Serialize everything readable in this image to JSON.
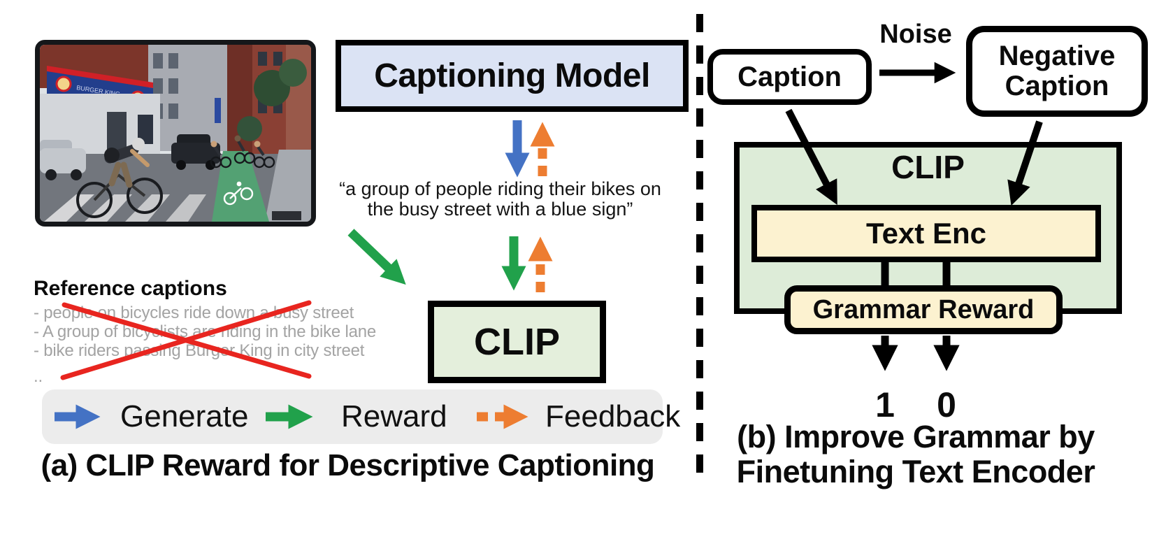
{
  "panel_a": {
    "caption": "(a) CLIP Reward for Descriptive Captioning",
    "captioning_model_label": "Captioning Model",
    "clip_label": "CLIP",
    "generated_caption_line1": "“a group of people riding their bikes on",
    "generated_caption_line2": "the busy street with a blue sign”",
    "reference_captions": {
      "title": "Reference captions",
      "items": [
        "- people on bicycles ride down a busy street",
        "- A group of bicyclists are riding in the bike lane",
        "- bike riders passing Burger King in city street",
        ".."
      ]
    },
    "legend": {
      "generate": "Generate",
      "reward": "Reward",
      "feedback": "Feedback"
    },
    "photo": {
      "awning_text": "BURGER KING"
    }
  },
  "panel_b": {
    "caption_line1": "(b) Improve Grammar by",
    "caption_line2": "Finetuning Text Encoder",
    "caption_box_label": "Caption",
    "noise_label": "Noise",
    "negative_caption_line1": "Negative",
    "negative_caption_line2": "Caption",
    "clip_label": "CLIP",
    "text_enc_label": "Text Enc",
    "grammar_reward_label": "Grammar Reward",
    "output_positive": "1",
    "output_negative": "0"
  },
  "colors": {
    "generate_arrow": "#4472c4",
    "reward_arrow": "#21a14b",
    "feedback_arrow": "#ed7d31",
    "captioning_model_fill": "#dbe3f4",
    "clip_fill_left": "#e4efdc",
    "clip_fill_right": "#ddecd8",
    "encoder_fill": "#fcf2d0",
    "cross_out": "#e8251f",
    "legend_bar_fill": "#ececec"
  }
}
